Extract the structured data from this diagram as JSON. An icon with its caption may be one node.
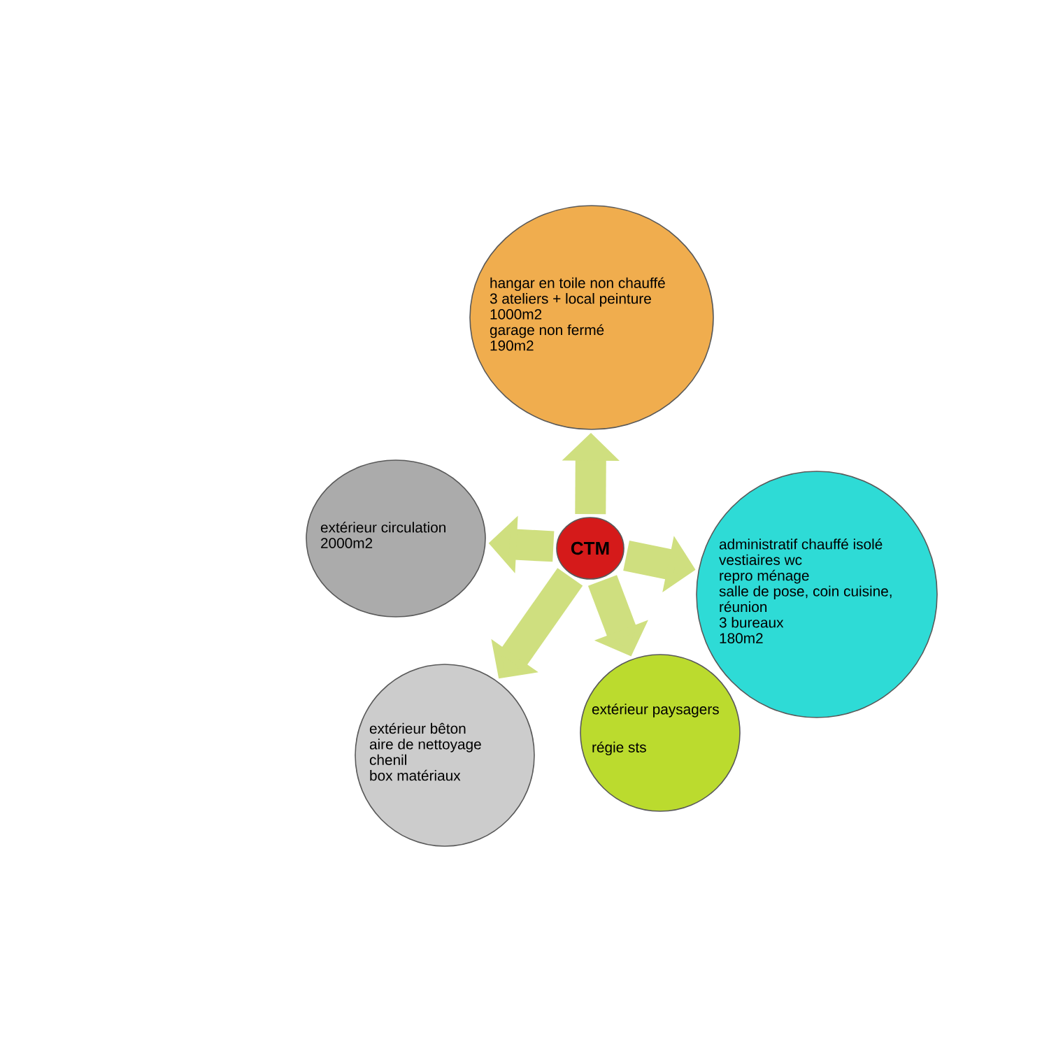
{
  "diagram": {
    "nodes": [
      {
        "text": [
          "hangar en toile non chauffé",
          "3 ateliers + local peinture",
          "1000m2",
          "garage non fermé",
          "190m2"
        ]
      },
      {
        "text": [
          "extérieur circulation",
          "2000m2"
        ]
      },
      {
        "text": [
          "CTM"
        ]
      },
      {
        "text": [
          "administratif chauffé isolé",
          "vestiaires wc",
          "repro ménage",
          "salle de pose, coin cuisine, réunion",
          "3 bureaux",
          "180m2"
        ]
      },
      {
        "text": [
          "extérieur bêton",
          "aire de nettoyage",
          "chenil",
          "box matériaux"
        ]
      },
      {
        "text": [
          "extérieur paysagers",
          "régie sts"
        ]
      }
    ],
    "edges": [
      {
        "from": 2,
        "to": 0,
        "arrow": "to"
      },
      {
        "from": 2,
        "to": 1,
        "arrow": "to"
      },
      {
        "from": 2,
        "to": 3,
        "arrow": "to"
      },
      {
        "from": 2,
        "to": 4,
        "arrow": "to"
      },
      {
        "from": 2,
        "to": 5,
        "arrow": "to"
      }
    ]
  }
}
